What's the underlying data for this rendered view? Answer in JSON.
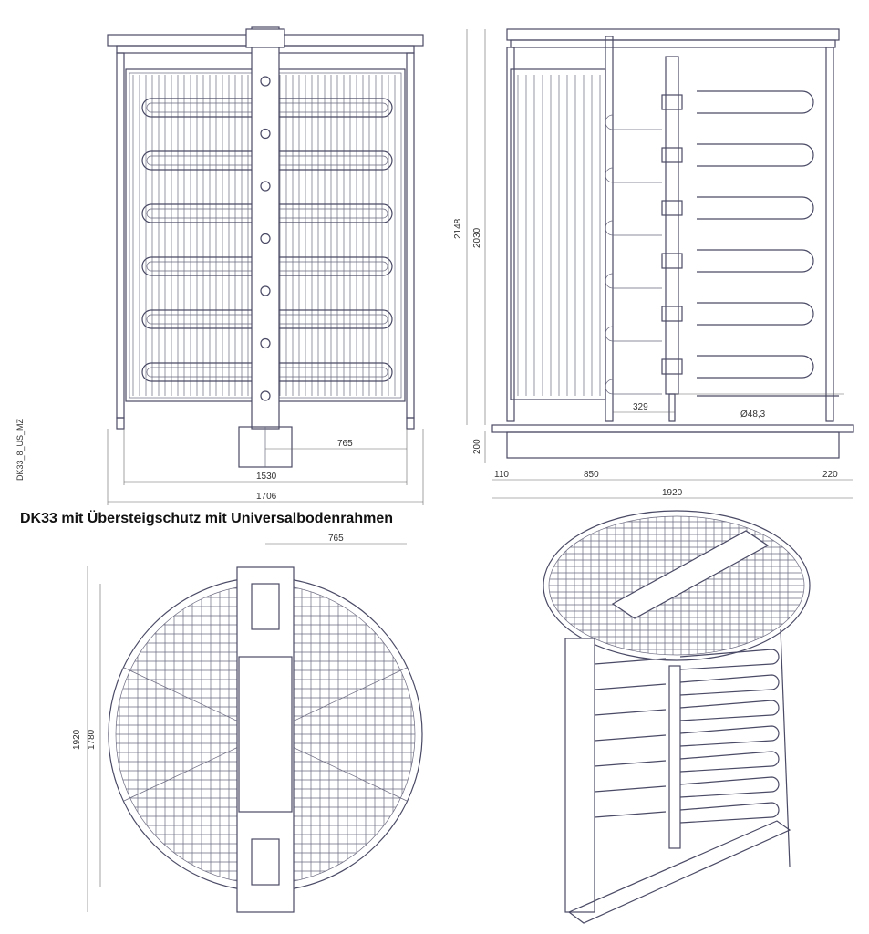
{
  "caption": "DK33 mit Übersteigschutz mit Universalbodenrahmen",
  "drawing_code": "DK33_8_US_MZ",
  "front_view": {
    "dims": {
      "width_outer": "1706",
      "width_frame": "1530",
      "half_width": "765"
    }
  },
  "side_view": {
    "dims": {
      "height_total": "2148",
      "height_frame": "2030",
      "base_height": "200",
      "left_offset": "110",
      "arm_length": "850",
      "right_offset": "220",
      "total_depth": "1920",
      "post_offset": "329",
      "tube_diameter": "Ø48,3"
    }
  },
  "top_view": {
    "dims": {
      "radius": "765",
      "outer_length": "1920",
      "inner_length": "1780"
    }
  }
}
